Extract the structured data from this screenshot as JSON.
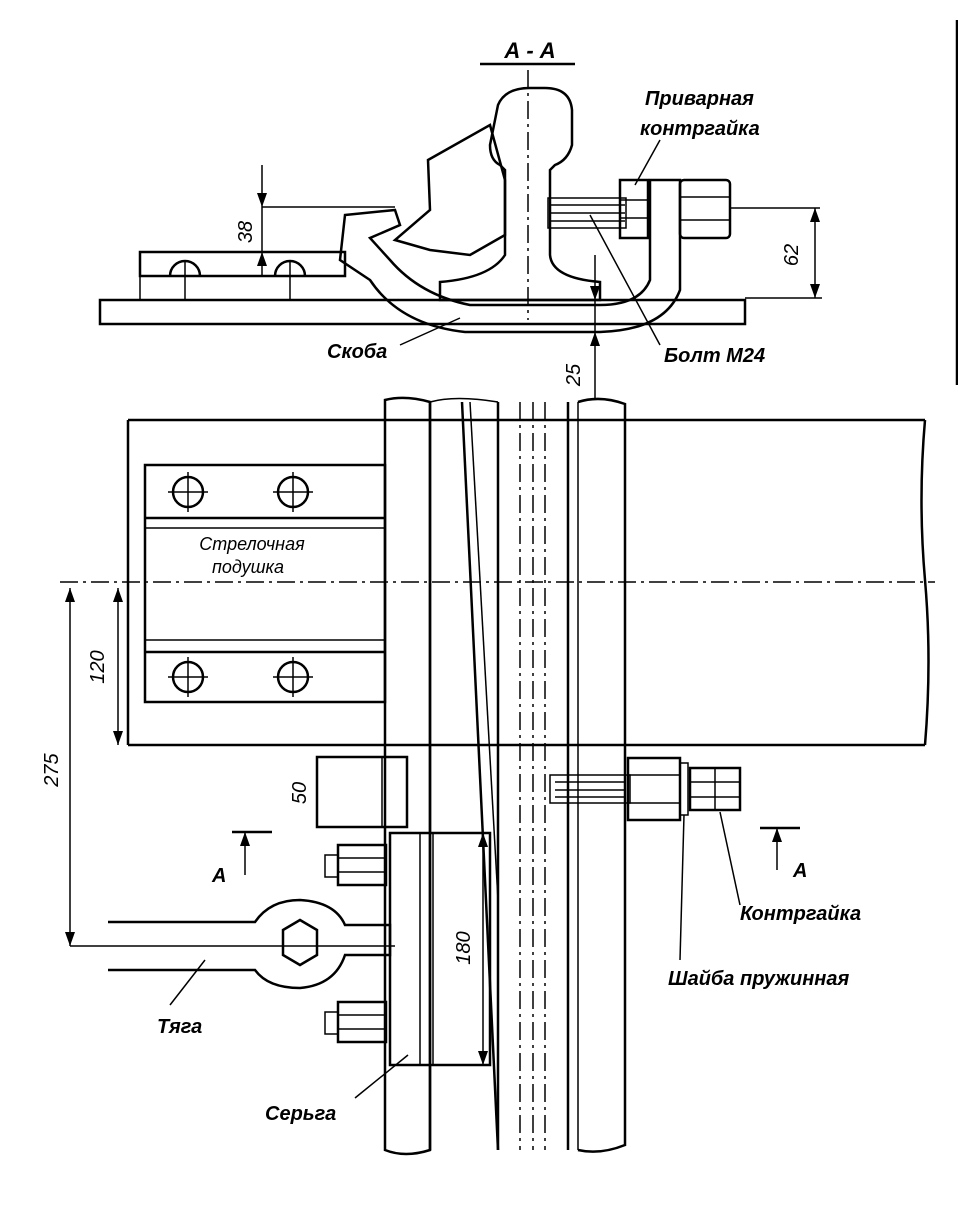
{
  "section": {
    "title": "А - А"
  },
  "labels": {
    "welded_locknut_line1": "Приварная",
    "welded_locknut_line2": "контргайка",
    "bracket": "Скоба",
    "bolt": "Болт М24",
    "switch_pad_line1": "Стрелочная",
    "switch_pad_line2": "подушка",
    "locknut": "Контргайка",
    "spring_washer": "Шайба пружинная",
    "rod": "Тяга",
    "earring": "Серьга",
    "section_mark_left": "А",
    "section_mark_right": "А"
  },
  "dimensions": {
    "d38": "38",
    "d62": "62",
    "d25": "25",
    "d120": "120",
    "d275": "275",
    "d50": "50",
    "d180": "180"
  }
}
